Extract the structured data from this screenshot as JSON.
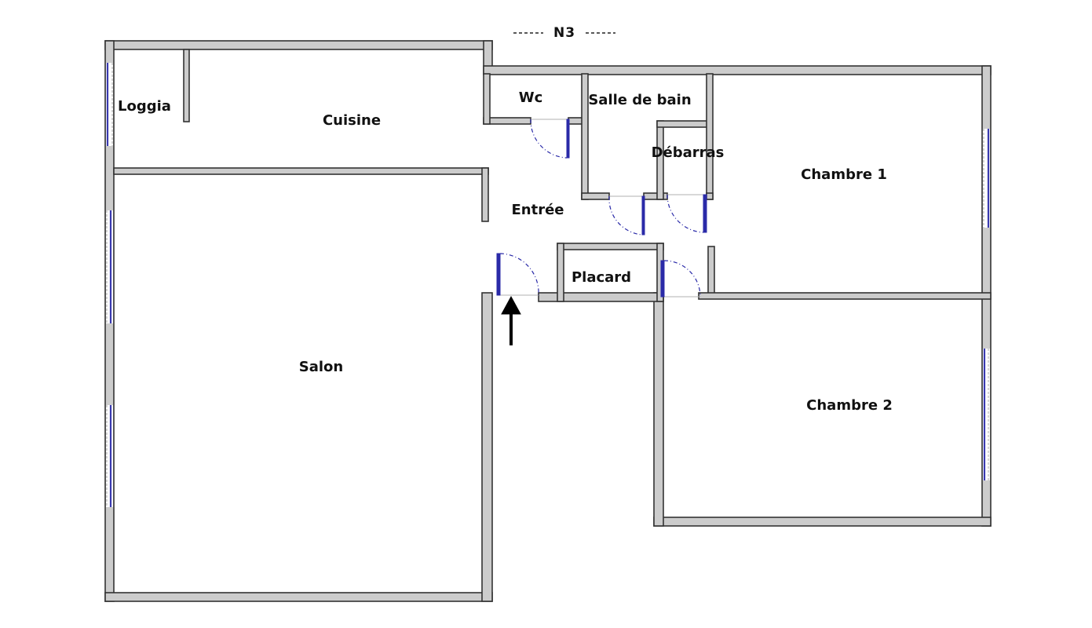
{
  "plan": {
    "floor_label": "N3",
    "rooms": {
      "loggia": "Loggia",
      "cuisine": "Cuisine",
      "wc": "Wc",
      "salle_de_bain": "Salle de bain",
      "debarras": "Débarras",
      "chambre1": "Chambre 1",
      "entree": "Entrée",
      "placard": "Placard",
      "salon": "Salon",
      "chambre2": "Chambre 2"
    },
    "entrance_arrow_icon": "arrow-up-icon",
    "colors": {
      "wall": "#cccccc",
      "wall_outline": "#333333",
      "door_window": "#2a2aa8"
    }
  }
}
